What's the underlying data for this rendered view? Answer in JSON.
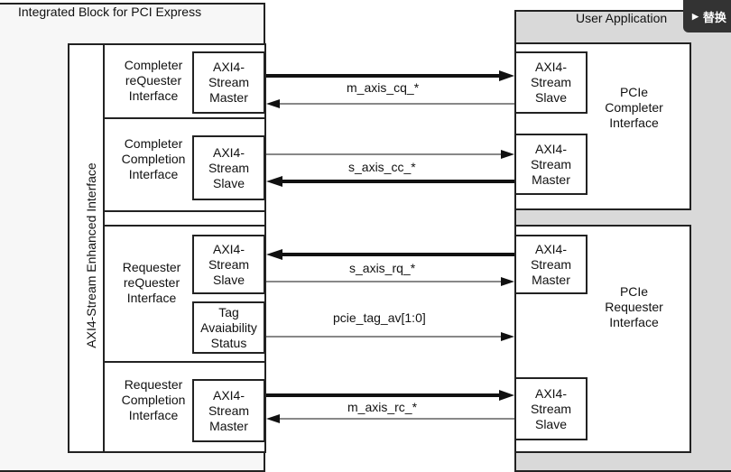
{
  "integrated_block": {
    "title": "Integrated Block for PCI Express"
  },
  "user_application": {
    "title": "User Application"
  },
  "enhanced_interface": {
    "label": "AXI4-Stream Enhanced Interface"
  },
  "pcie_side": [
    {
      "id": "completer",
      "label": "PCIe\nCompleter\nInterface"
    },
    {
      "id": "requester",
      "label": "PCIe\nRequester\nInterface"
    }
  ],
  "left_interfaces": [
    {
      "id": "cq",
      "label": "Completer\nreQuester\nInterface"
    },
    {
      "id": "cc",
      "label": "Completer\nCompletion\nInterface"
    },
    {
      "id": "rq",
      "label": "Requester\nreQuester\nInterface"
    },
    {
      "id": "rc",
      "label": "Requester\nCompletion\nInterface"
    }
  ],
  "left_ports": [
    {
      "id": "cq-master",
      "label": "AXI4-\nStream\nMaster"
    },
    {
      "id": "cc-slave",
      "label": "AXI4-\nStream\nSlave"
    },
    {
      "id": "rq-slave",
      "label": "AXI4-\nStream\nSlave"
    },
    {
      "id": "tag-status",
      "label": "Tag\nAvaiability\nStatus"
    },
    {
      "id": "rc-master",
      "label": "AXI4-\nStream\nMaster"
    }
  ],
  "right_ports": [
    {
      "id": "cq-slave",
      "label": "AXI4-\nStream\nSlave"
    },
    {
      "id": "cc-master",
      "label": "AXI4-\nStream\nMaster"
    },
    {
      "id": "rq-master",
      "label": "AXI4-\nStream\nMaster"
    },
    {
      "id": "rc-slave",
      "label": "AXI4-\nStream\nSlave"
    }
  ],
  "signals": [
    {
      "id": "cq",
      "label": "m_axis_cq_*"
    },
    {
      "id": "cc",
      "label": "s_axis_cc_*"
    },
    {
      "id": "rq",
      "label": "s_axis_rq_*"
    },
    {
      "id": "tag",
      "label": "pcie_tag_av[1:0]"
    },
    {
      "id": "rc",
      "label": "m_axis_rc_*"
    }
  ],
  "toolbar_popup": {
    "label": "替换"
  }
}
